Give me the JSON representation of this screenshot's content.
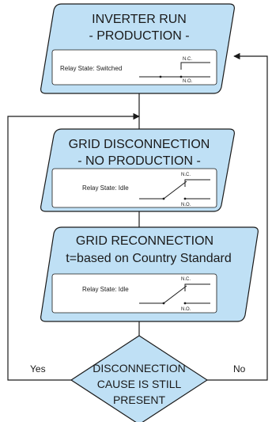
{
  "colors": {
    "block_fill": "#bfe0f5",
    "stroke": "#1a1a1a",
    "inner_fill": "#ffffff"
  },
  "blocks": [
    {
      "title_line1": "INVERTER RUN",
      "title_line2": "- PRODUCTION -",
      "relay_label": "Relay State: Switched",
      "nc": "N.C.",
      "no": "N.O."
    },
    {
      "title_line1": "GRID DISCONNECTION",
      "title_line2": "- NO PRODUCTION -",
      "relay_label": "Relay State: Idle",
      "nc": "N.C.",
      "no": "N.O."
    },
    {
      "title_line1": "GRID RECONNECTION",
      "title_line2": "t=based on Country Standard",
      "relay_label": "Relay State: Idle",
      "nc": "N.C.",
      "no": "N.O."
    }
  ],
  "decision": {
    "line1": "DISCONNECTION",
    "line2": "CAUSE IS STILL",
    "line3": "PRESENT",
    "yes_label": "Yes",
    "no_label": "No"
  }
}
